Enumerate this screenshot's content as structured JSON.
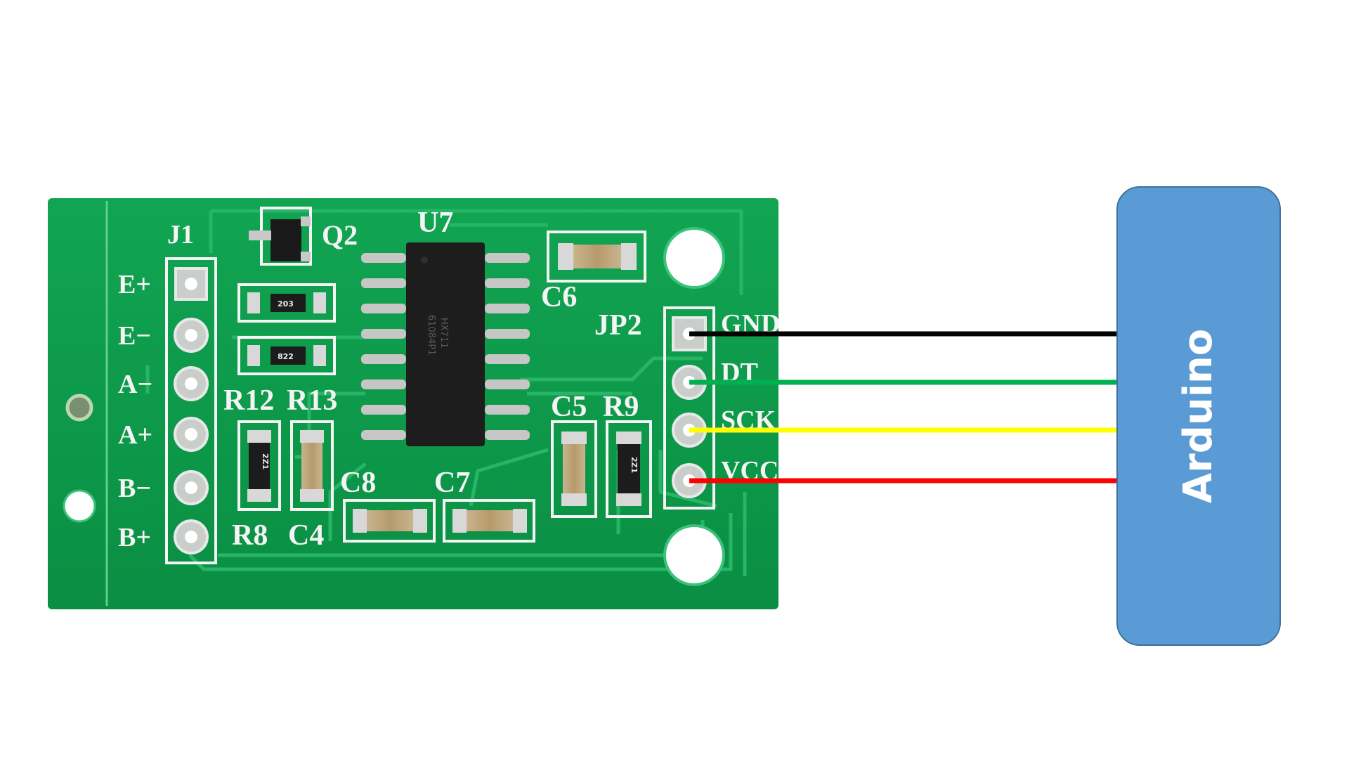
{
  "board": {
    "connector_j1": {
      "label": "J1",
      "pins": [
        "E+",
        "E−",
        "A−",
        "A+",
        "B−",
        "B+"
      ]
    },
    "connector_jp2": {
      "label": "JP2",
      "pins": [
        "GND",
        "DT",
        "SCK",
        "VCC"
      ]
    },
    "components": {
      "q2": "Q2",
      "u7": "U7",
      "c6": "C6",
      "c5": "C5",
      "r9": "R9",
      "r12": "R12",
      "r13": "R13",
      "r8": "R8",
      "c4": "C4",
      "c8": "C8",
      "c7": "C7"
    },
    "resistor_codes": {
      "r_top": "203",
      "r_mid": "822",
      "r8": "2Z1",
      "r9": "2Z1"
    },
    "ic_marking": [
      "HX711",
      "61084P1"
    ],
    "colors": {
      "pcb": "#0c9a4a",
      "silkscreen": "#f4f4f4"
    }
  },
  "arduino": {
    "label": "Arduino",
    "fill": "#5b9bd5",
    "stroke": "#41719c"
  },
  "wires": [
    {
      "pin": "GND",
      "color": "#000000"
    },
    {
      "pin": "DT",
      "color": "#00b050"
    },
    {
      "pin": "SCK",
      "color": "#ffff00"
    },
    {
      "pin": "VCC",
      "color": "#ff0000"
    }
  ]
}
